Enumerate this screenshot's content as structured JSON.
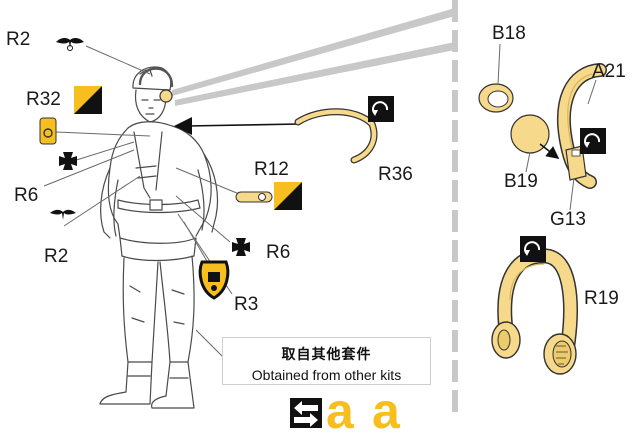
{
  "labels": {
    "r2_top": "R2",
    "r32": "R32",
    "r6_left": "R6",
    "r2_bottom": "R2",
    "r12": "R12",
    "r6_right": "R6",
    "r3": "R3",
    "r36": "R36",
    "b18": "B18",
    "a21": "A21",
    "b19": "B19",
    "g13": "G13",
    "r19": "R19"
  },
  "note": {
    "chinese": "取自其他套件",
    "english": "Obtained from other kits"
  },
  "symbol": {
    "letters": [
      "a",
      "a"
    ]
  },
  "colors": {
    "part_fill": "#f7d98b",
    "part_fill_dark": "#eecb6a",
    "decal_yellow": "#f6bf1f",
    "outline": "#333333",
    "leader_gray": "#b5b5b5",
    "black": "#111111"
  }
}
